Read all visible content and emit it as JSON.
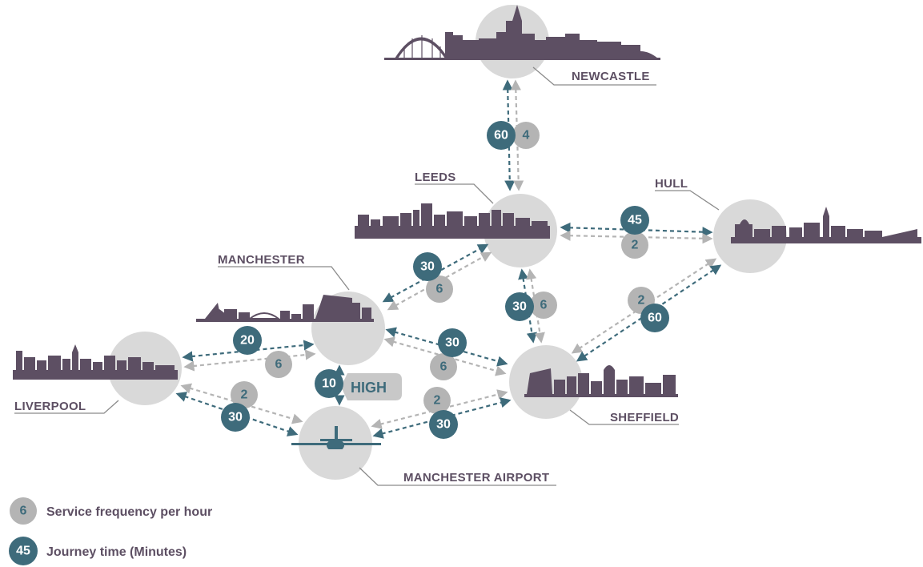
{
  "colors": {
    "journey": "#3e6b7b",
    "frequency": "#b4b4b4",
    "city_circle": "#d9d9d9",
    "skyline": "#5d4f63",
    "label": "#5d4f63",
    "connector": "#8a8a8a"
  },
  "cities": {
    "newcastle": "NEWCASTLE",
    "leeds": "LEEDS",
    "hull": "HULL",
    "manchester": "MANCHESTER",
    "liverpool": "LIVERPOOL",
    "sheffield": "SHEFFIELD",
    "manchester_airport": "MANCHESTER AIRPORT"
  },
  "routes": [
    {
      "from": "Newcastle",
      "to": "Leeds",
      "journey_minutes": "60",
      "frequency_per_hour": "4"
    },
    {
      "from": "Leeds",
      "to": "Hull",
      "journey_minutes": "45",
      "frequency_per_hour": "2"
    },
    {
      "from": "Manchester",
      "to": "Leeds",
      "journey_minutes": "30",
      "frequency_per_hour": "6"
    },
    {
      "from": "Leeds",
      "to": "Sheffield",
      "journey_minutes": "30",
      "frequency_per_hour": "6"
    },
    {
      "from": "Hull",
      "to": "Sheffield",
      "journey_minutes": "60",
      "frequency_per_hour": "2"
    },
    {
      "from": "Liverpool",
      "to": "Manchester",
      "journey_minutes": "20",
      "frequency_per_hour": "6"
    },
    {
      "from": "Manchester",
      "to": "Sheffield",
      "journey_minutes": "30",
      "frequency_per_hour": "6"
    },
    {
      "from": "Liverpool",
      "to": "Manchester Airport",
      "journey_minutes": "30",
      "frequency_per_hour": "2"
    },
    {
      "from": "Manchester Airport",
      "to": "Sheffield",
      "journey_minutes": "30",
      "frequency_per_hour": "2"
    },
    {
      "from": "Manchester",
      "to": "Manchester Airport",
      "journey_minutes": "10",
      "frequency_label": "HIGH"
    }
  ],
  "legend": {
    "frequency_sample": "6",
    "frequency_label": "Service frequency per hour",
    "journey_sample": "45",
    "journey_label": "Journey time (Minutes)"
  }
}
